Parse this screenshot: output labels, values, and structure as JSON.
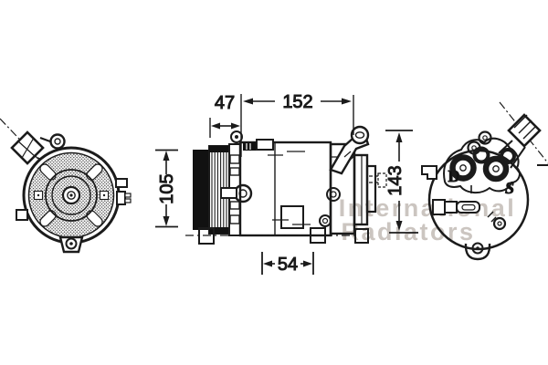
{
  "page": {
    "background": "#ffffff",
    "ink": "#1b1b1b"
  },
  "watermark": {
    "line1": "International",
    "line2": "Radiators",
    "color": "#cbc5c0"
  },
  "dimensions": {
    "pulley_offset": "47",
    "body_length": "152",
    "pulley_diameter": "105",
    "overall_height": "143",
    "foot_spacing": "54"
  },
  "labels": {
    "discharge_port": "D",
    "suction_port": "S"
  }
}
